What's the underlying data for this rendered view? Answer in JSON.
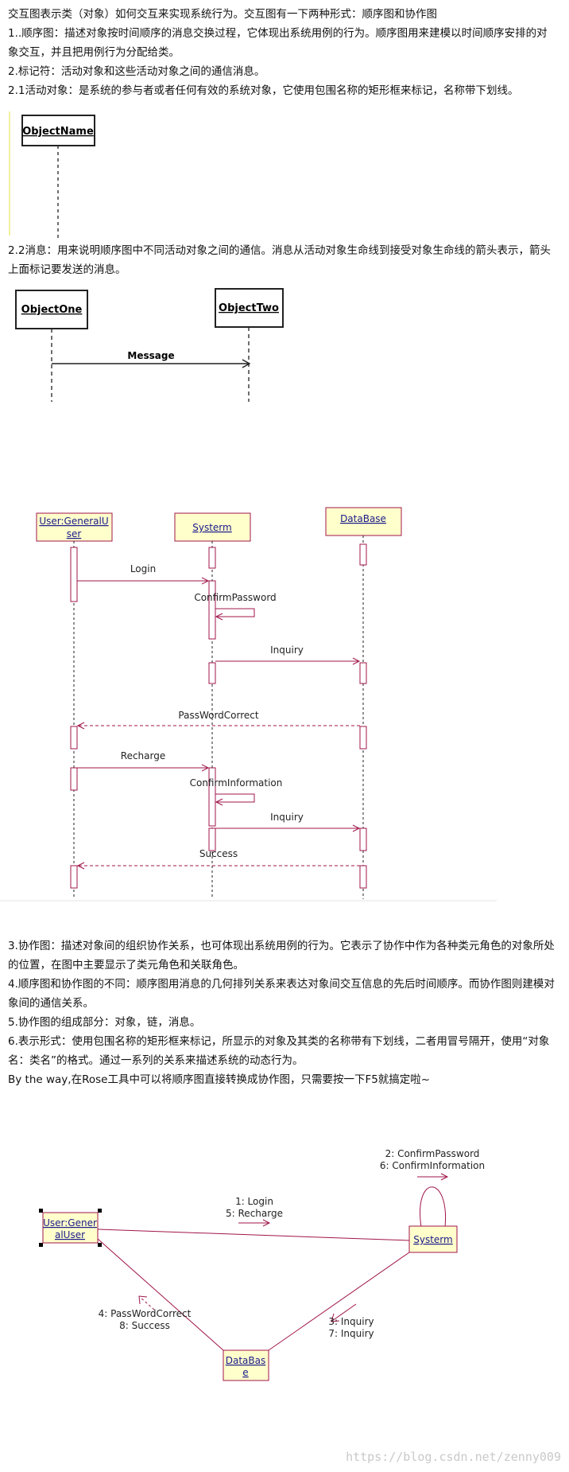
{
  "intro": {
    "line0": "交互图表示类（对象）如何交互来实现系统行为。交互图有一下两种形式：顺序图和协作图",
    "line1": "1..顺序图：描述对象按时间顺序的消息交换过程，它体现出系统用例的行为。顺序图用来建模以时间顺序安排的对象交互，并且把用例行为分配给类。",
    "line2": "2.标记符：活动对象和这些活动对象之间的通信消息。",
    "line3": "2.1活动对象：是系统的参与者或者任何有效的系统对象，它使用包围名称的矩形框来标记，名称带下划线。"
  },
  "fig1": {
    "object_name": "ObjectName"
  },
  "msg_para": "2.2消息：用来说明顺序图中不同活动对象之间的通信。消息从活动对象生命线到接受对象生命线的箭头表示，箭头上面标记要发送的消息。",
  "fig2": {
    "object_one": "ObjectOne",
    "object_two": "ObjectTwo",
    "message": "Message"
  },
  "seq": {
    "obj_user_l1": "User:GeneralU",
    "obj_user_l2": "ser",
    "obj_system": "Systerm",
    "obj_db": "DataBase",
    "m_login": "Login",
    "m_confirm_password": "ConfirmPassword",
    "m_inquiry1": "Inquiry",
    "m_password_correct": "PassWordCorrect",
    "m_recharge": "Recharge",
    "m_confirm_info": "ConfirmInformation",
    "m_inquiry2": "Inquiry",
    "m_success": "Success"
  },
  "body": {
    "p3": "3.协作图：描述对象间的组织协作关系，也可体现出系统用例的行为。它表示了协作中作为各种类元角色的对象所处的位置，在图中主要显示了类元角色和关联角色。",
    "p4": "4.顺序图和协作图的不同：顺序图用消息的几何排列关系来表达对象间交互信息的先后时间顺序。而协作图则建模对象间的通信关系。",
    "p5": "5.协作图的组成部分：对象，链，消息。",
    "p6": "6.表示形式：使用包围名称的矩形框来标记，所显示的对象及其类的名称带有下划线，二者用冒号隔开，使用“对象名：类名”的格式。通过一系列的关系来描述系统的动态行为。",
    "p7": "By the way,在Rose工具中可以将顺序图直接转换成协作图，只需要按一下F5就搞定啦~"
  },
  "collab": {
    "user_l1": "User:Gener",
    "user_l2": "alUser",
    "system": "Systerm",
    "db_l1": "DataBas",
    "db_l2": "e",
    "msg_self_1": "2: ConfirmPassword",
    "msg_self_2": "6: ConfirmInformation",
    "msg_us_1": "1: Login",
    "msg_us_2": "5: Recharge",
    "msg_sd_1": "3: Inquiry",
    "msg_sd_2": "7: Inquiry",
    "msg_du_1": "4: PassWordCorrect",
    "msg_du_2": "8: Success"
  },
  "watermark": "https://blog.csdn.net/zenny009",
  "colors": {
    "uml_line": "#a0154a",
    "uml_box_fill": "#ffffcc",
    "watermark": "#c9c9c9",
    "yellow_rule": "#f0f0a0"
  }
}
